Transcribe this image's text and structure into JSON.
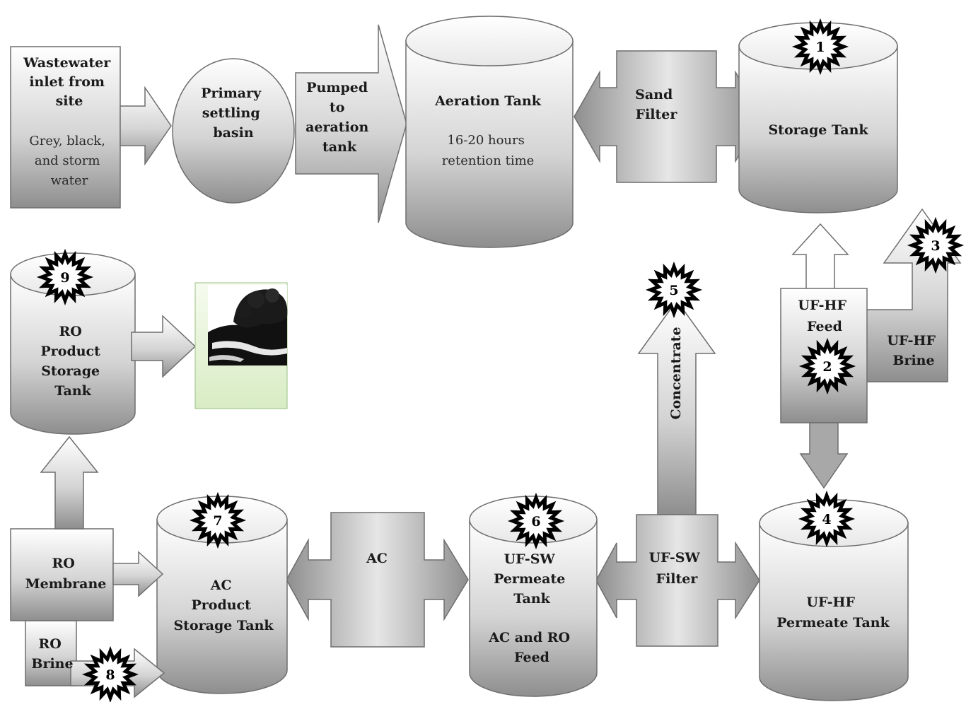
{
  "nodes": {
    "wastewater": {
      "title_lines": [
        "Wastewater",
        "inlet from",
        "site"
      ],
      "sub_lines": [
        "Grey, black,",
        "and storm",
        "water"
      ]
    },
    "primary_settling": {
      "lines": [
        "Primary",
        "settling",
        "basin"
      ]
    },
    "pumped": {
      "lines": [
        "Pumped",
        "to",
        "aeration",
        "tank"
      ]
    },
    "aeration_tank": {
      "title": "Aeration Tank",
      "sub_lines": [
        "16-20 hours",
        "retention time"
      ]
    },
    "sand_filter": {
      "lines": [
        "Sand",
        "Filter"
      ]
    },
    "storage_tank": {
      "title": "Storage Tank"
    },
    "ufhf_feed": {
      "lines": [
        "UF-HF",
        "Feed"
      ]
    },
    "ufhf_brine": {
      "lines": [
        "UF-HF",
        "Brine"
      ]
    },
    "concentrate": {
      "label": "Concentrate"
    },
    "ufhf_permeate": {
      "lines": [
        "UF-HF",
        "Permeate Tank"
      ]
    },
    "ufsw_filter": {
      "lines": [
        "UF-SW",
        "Filter"
      ]
    },
    "ufsw_permeate": {
      "lines": [
        "UF-SW",
        "Permeate",
        "Tank"
      ],
      "sub_lines": [
        "AC and  RO",
        "Feed"
      ]
    },
    "ac": {
      "label": "AC"
    },
    "ac_product": {
      "lines": [
        "AC",
        "Product",
        "Storage Tank"
      ]
    },
    "ro_membrane": {
      "lines": [
        "RO",
        "Membrane"
      ]
    },
    "ro_brine": {
      "lines": [
        "RO",
        "Brine"
      ]
    },
    "ro_product": {
      "lines": [
        "RO",
        "Product",
        "Storage",
        "Tank"
      ]
    }
  },
  "markers": [
    "1",
    "2",
    "3",
    "4",
    "5",
    "6",
    "7",
    "8",
    "9"
  ]
}
